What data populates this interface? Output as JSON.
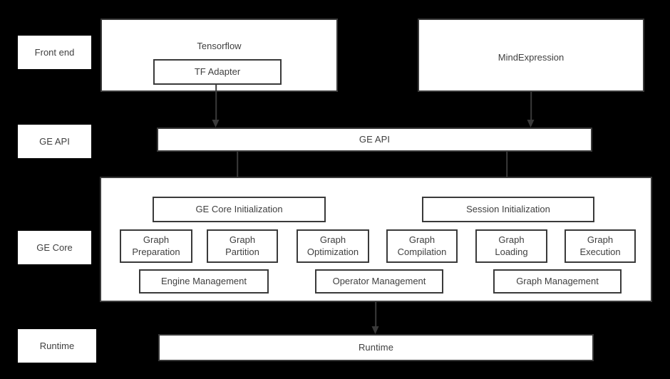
{
  "diagram": {
    "title": "GE (Graph Engine) software architecture stack",
    "background_color": "#000000",
    "box_fill": "#ffffff",
    "box_border": "#3a3a3a",
    "text_color": "#3f3f3f"
  },
  "stages": [
    {
      "label": "Front end"
    },
    {
      "label": "GE API"
    },
    {
      "label": "GE Core"
    },
    {
      "label": "Runtime"
    }
  ],
  "frontend": {
    "tensorflow": {
      "title": "Tensorflow",
      "adapter": "TF Adapter"
    },
    "mindexpression": {
      "title": "MindExpression"
    }
  },
  "ge_api": {
    "label": "GE API"
  },
  "ge_core": {
    "init_boxes": [
      {
        "label": "GE Core Initialization"
      },
      {
        "label": "Session Initialization"
      }
    ],
    "phase_boxes": [
      {
        "label": "Graph\nPreparation",
        "line1": "Graph",
        "line2": "Preparation"
      },
      {
        "label": "Graph\nPartition",
        "line1": "Graph",
        "line2": "Partition"
      },
      {
        "label": "Graph\nOptimization",
        "line1": "Graph",
        "line2": "Optimization"
      },
      {
        "label": "Graph\nCompilation",
        "line1": "Graph",
        "line2": "Compilation"
      },
      {
        "label": "Graph\nLoading",
        "line1": "Graph",
        "line2": "Loading"
      },
      {
        "label": "Graph\nExecution",
        "line1": "Graph",
        "line2": "Execution"
      }
    ],
    "management_boxes": [
      {
        "label": "Engine Management"
      },
      {
        "label": "Operator Management"
      },
      {
        "label": "Graph Management"
      }
    ]
  },
  "runtime": {
    "label": "Runtime"
  },
  "arrows": [
    {
      "name": "tf-adapter-to-ge-api"
    },
    {
      "name": "mindexpression-to-ge-api"
    },
    {
      "name": "ge-api-to-ge-core-init"
    },
    {
      "name": "ge-api-to-session-init"
    },
    {
      "name": "ge-core-to-runtime"
    }
  ]
}
